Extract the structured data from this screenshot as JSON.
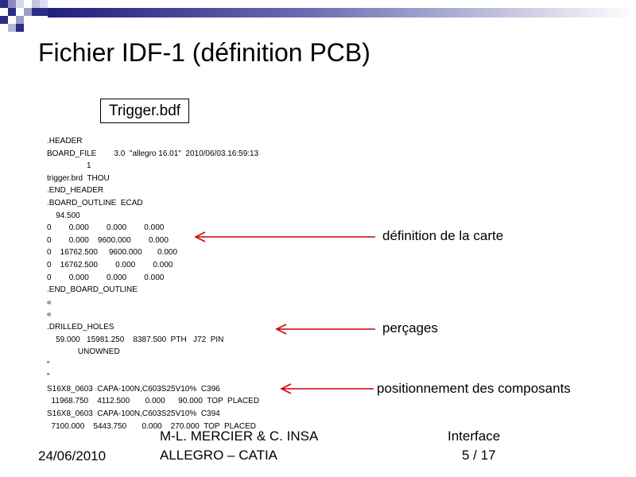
{
  "slide": {
    "title": "Fichier IDF-1 (définition PCB)",
    "file_label": "Trigger.bdf"
  },
  "code_lines": [
    ".HEADER",
    "BOARD_FILE        3.0  \"allegro 16.01\"  2010/06/03.16:59:13",
    "                  1",
    "trigger.brd  THOU",
    ".END_HEADER",
    ".BOARD_OUTLINE  ECAD",
    "    94.500",
    "0        0.000        0.000        0.000",
    "0        0.000    9600.000        0.000",
    "0    16762.500     9600.000       0.000",
    "0    16762.500        0.000        0.000",
    "0        0.000        0.000        0.000",
    ".END_BOARD_OUTLINE",
    "«",
    "«",
    ".DRILLED_HOLES",
    "    59.000   15981.250    8387.500  PTH   J72  PIN",
    "              UNOWNED",
    "“",
    "“",
    "S16X8_0603  CAPA-100N,C603S25V10%  C396",
    "  11968.750    4112.500       0.000      90.000  TOP  PLACED",
    "S16X8_0603  CAPA-100N,C603S25V10%  C394",
    "  7100.000    5443.750       0.000    270.000  TOP  PLACED"
  ],
  "annotations": {
    "board": "définition de la carte",
    "holes": "perçages",
    "components": "positionnement des composants"
  },
  "footer": {
    "date": "24/06/2010",
    "authors": "M-L. MERCIER & C. INSA",
    "course": "ALLEGRO – CATIA",
    "section": "Interface",
    "page": "5 / 17"
  },
  "colors": {
    "arrow": "#cc0000",
    "gradient_start": "#1a1a7a",
    "gradient_end": "#ffffff"
  }
}
